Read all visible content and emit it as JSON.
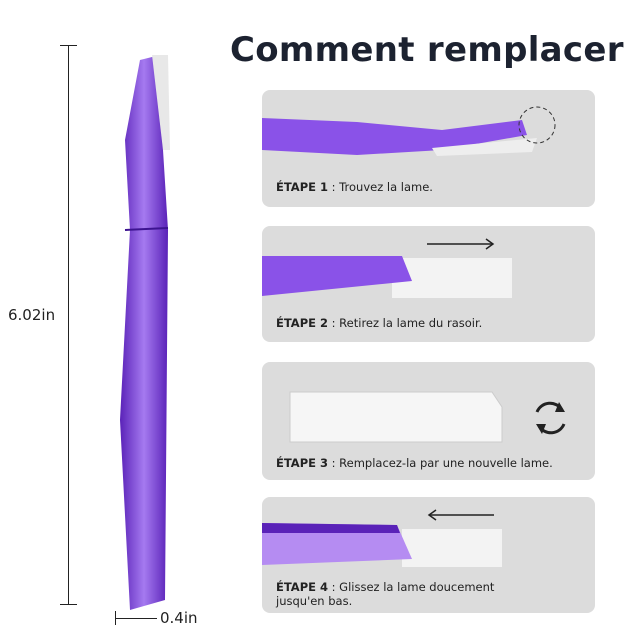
{
  "title": "Comment remplacer",
  "dimensions": {
    "height": "6.02in",
    "width": "0.4in"
  },
  "steps": [
    {
      "label": "ÉTAPE 1",
      "text": " : Trouvez la lame."
    },
    {
      "label": "ÉTAPE 2",
      "text": " : Retirez la lame du rasoir."
    },
    {
      "label": "ÉTAPE 3",
      "text": " : Remplacez-la par une nouvelle lame."
    },
    {
      "label": "ÉTAPE 4",
      "text": " : Glissez la lame doucement jusqu'en bas."
    }
  ],
  "colors": {
    "razor": "#7b3fe0",
    "panel": "#dcdcdc",
    "title": "#1c2230"
  },
  "icons": [
    "arrow-right-icon",
    "refresh-icon",
    "arrow-left-icon"
  ]
}
